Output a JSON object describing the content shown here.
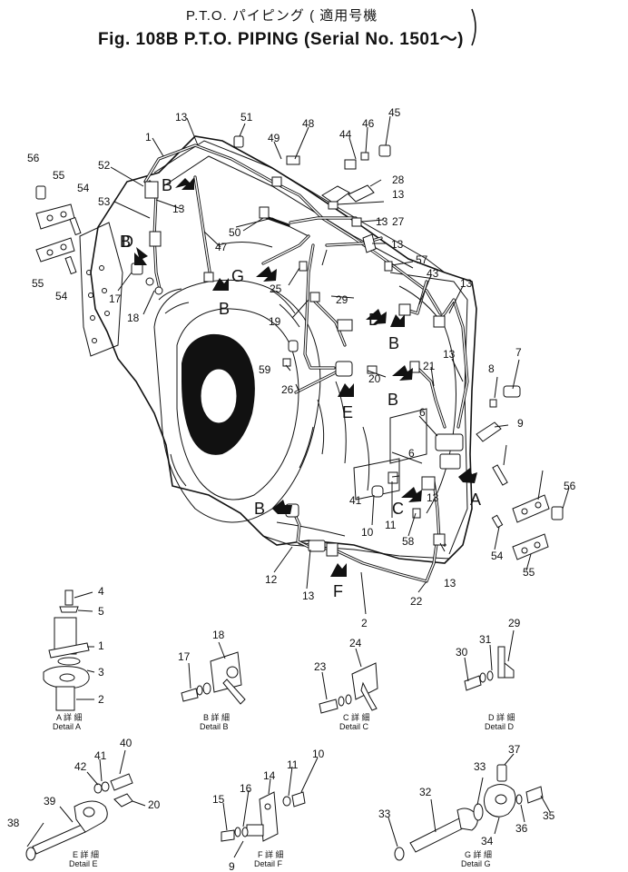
{
  "title": {
    "line1": "P.T.O.  パイピング ( 適用号機",
    "line2": "Fig. 108B P.T.O. PIPING (Serial No. 1501～)"
  },
  "main_labels": [
    "1",
    "2",
    "6",
    "6",
    "7",
    "8",
    "9",
    "10",
    "11",
    "12",
    "13",
    "13",
    "13",
    "13",
    "13",
    "13",
    "13",
    "13",
    "13",
    "13",
    "17",
    "18",
    "19",
    "20",
    "21",
    "22",
    "25",
    "26",
    "27",
    "28",
    "29",
    "41",
    "43",
    "44",
    "45",
    "46",
    "47",
    "48",
    "49",
    "50",
    "51",
    "52",
    "53",
    "54",
    "54",
    "54",
    "55",
    "55",
    "55",
    "56",
    "56",
    "57",
    "58",
    "59"
  ],
  "view_letters": [
    "A",
    "B",
    "B",
    "B",
    "B",
    "B",
    "B",
    "C",
    "D",
    "D",
    "E",
    "F",
    "G"
  ],
  "details": [
    {
      "jp": "A 詳 細",
      "en": "Detail A",
      "parts": [
        "4",
        "5",
        "1",
        "3",
        "2"
      ]
    },
    {
      "jp": "B 詳 細",
      "en": "Detail B",
      "parts": [
        "18",
        "17"
      ]
    },
    {
      "jp": "C 詳 細",
      "en": "Detail C",
      "parts": [
        "24",
        "23"
      ]
    },
    {
      "jp": "D 詳 細",
      "en": "Detail D",
      "parts": [
        "29",
        "31",
        "30"
      ]
    },
    {
      "jp": "E 詳 細",
      "en": "Detail E",
      "parts": [
        "40",
        "41",
        "42",
        "39",
        "38",
        "20"
      ]
    },
    {
      "jp": "F 詳 細",
      "en": "Detail F",
      "parts": [
        "14",
        "11",
        "10",
        "16",
        "15",
        "9"
      ]
    },
    {
      "jp": "G 詳 細",
      "en": "Detail G",
      "parts": [
        "37",
        "33",
        "32",
        "33",
        "36",
        "35",
        "34"
      ]
    }
  ]
}
